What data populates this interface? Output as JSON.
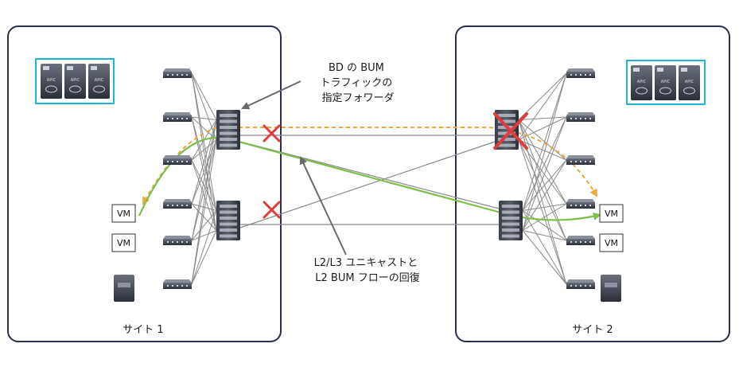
{
  "sites": [
    {
      "label": "サイト 1"
    },
    {
      "label": "サイト 2"
    }
  ],
  "vm_label": "VM",
  "apic_label": "APIC",
  "callouts": {
    "designated_forwarder": [
      "BD の BUM",
      "トラフィックの",
      "指定フォワーダ"
    ],
    "recovery": [
      "L2/L3 ユニキャストと",
      "L2 BUM フローの回復"
    ]
  },
  "colors": {
    "site_border": "#2a2f4a",
    "apic_border": "#1fb6d8",
    "link": "#8a8a8a",
    "bum_path": "#f2a63a",
    "recovered_path": "#7cc04b",
    "failure_x": "#e23b3b"
  }
}
